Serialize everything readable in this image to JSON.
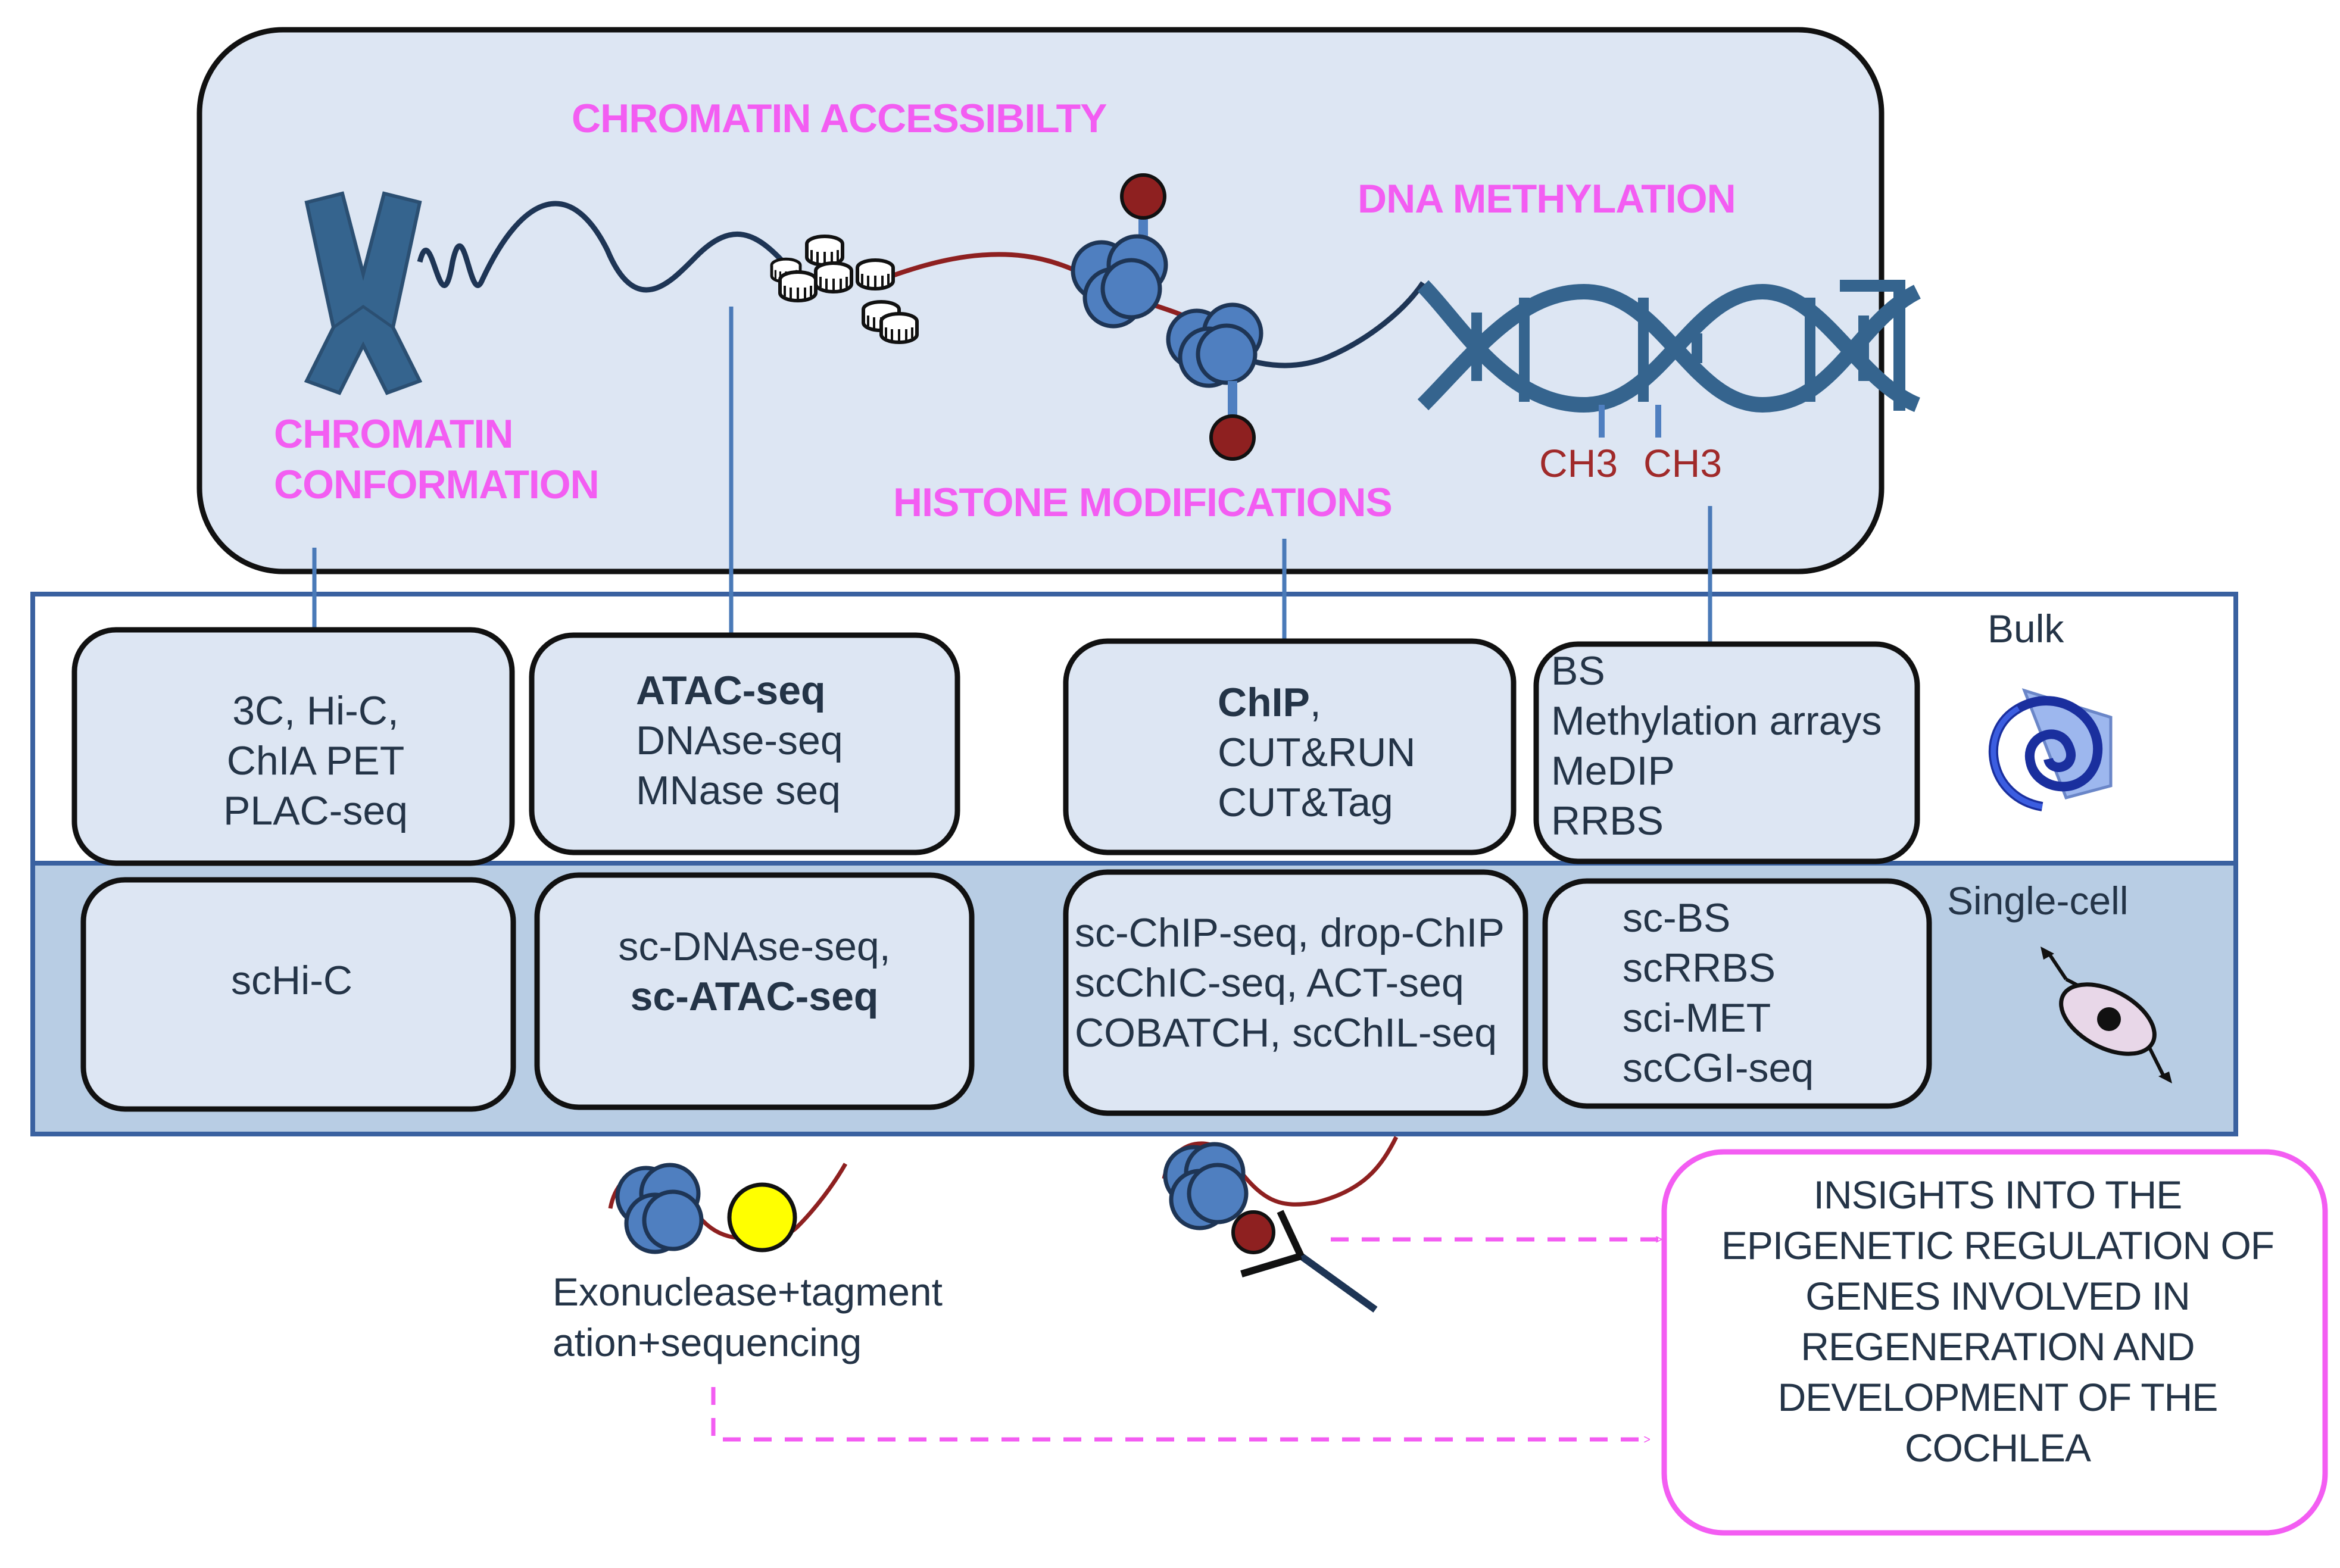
{
  "top_labels": {
    "chromatin_accessibility": "CHROMATIN ACCESSIBILTY",
    "dna_methylation": "DNA METHYLATION",
    "chromatin_conformation_line1": "CHROMATIN",
    "chromatin_conformation_line2": "CONFORMATION",
    "histone_modifications": "HISTONE MODIFICATIONS",
    "ch3_left": "CH3",
    "ch3_right": "CH3"
  },
  "rows": {
    "bulk_label": "Bulk",
    "single_cell_label": "Single-cell"
  },
  "bulk": {
    "conformation": [
      "3C, Hi-C,",
      "ChIA PET",
      "PLAC-seq"
    ],
    "accessibility_bold": "ATAC-seq",
    "accessibility": [
      "DNAse-seq",
      "MNase seq"
    ],
    "histone_bold": "ChIP",
    "histone_suffix": ",",
    "histone": [
      "CUT&RUN",
      "CUT&Tag"
    ],
    "methylation": [
      "BS",
      "Methylation arrays",
      "MeDIP",
      "RRBS"
    ]
  },
  "single_cell": {
    "conformation": "scHi-C",
    "accessibility_line1": "sc-DNAse-seq,",
    "accessibility_bold": "sc-ATAC-seq",
    "histone": [
      "sc-ChIP-seq, drop-ChIP",
      "scChIC-seq, ACT-seq",
      "COBATCH, scChIL-seq"
    ],
    "methylation": [
      "sc-BS",
      "scRRBS",
      "sci-MET",
      "scCGI-seq"
    ]
  },
  "bottom": {
    "exonuclease_line1": "Exonuclease+tagment",
    "exonuclease_line2": "ation+sequencing",
    "insights": [
      "INSIGHTS INTO THE",
      "EPIGENETIC REGULATION OF",
      "GENES INVOLVED IN",
      "REGENERATION AND",
      "DEVELOPMENT OF THE",
      "COCHLEA"
    ]
  },
  "colors": {
    "top_panel_fill": "#dde6f3",
    "single_cell_band": "#b8cde4",
    "frame_blue": "#3a61a0",
    "pink_accent": "#f35df2",
    "nucleosome_blue": "#4f7fc0",
    "modification_red": "#8e2020",
    "dna_blue": "#35648e",
    "antibody_navy": "#1e3555",
    "yellow_bead": "#ffff00"
  }
}
